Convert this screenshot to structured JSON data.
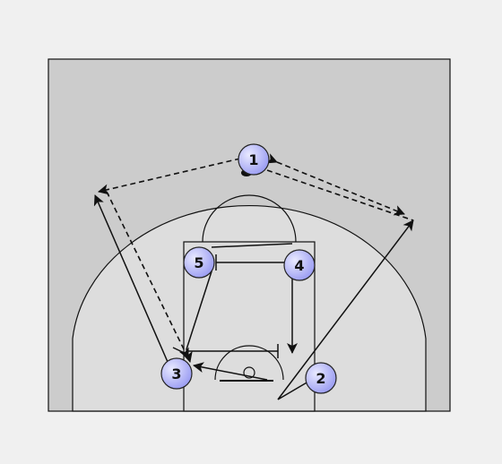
{
  "colors": {
    "background": "#f0f0f0",
    "court_outer": "#cccccc",
    "court_inner": "#dddddd",
    "lines": "#111111",
    "player_fill": "#9a9cf2",
    "player_fill_light": "#e9eaff",
    "player_stroke": "#222222"
  },
  "players": [
    {
      "id": "p1",
      "label": "1"
    },
    {
      "id": "p2",
      "label": "2"
    },
    {
      "id": "p3",
      "label": "3"
    },
    {
      "id": "p4",
      "label": "4"
    },
    {
      "id": "p5",
      "label": "5"
    }
  ],
  "actions": [
    {
      "id": "pass-1-to-left-wing",
      "type": "pass"
    },
    {
      "id": "pass-1-to-right-wing",
      "type": "pass"
    },
    {
      "id": "pass-left-wing-to-3",
      "type": "pass"
    },
    {
      "id": "cut-3-to-left-wing",
      "type": "cut"
    },
    {
      "id": "cut-2-to-right-wing",
      "type": "cut"
    },
    {
      "id": "screen-5-4",
      "type": "screen"
    },
    {
      "id": "cut-4-baseline",
      "type": "cut"
    },
    {
      "id": "cut-5-to-block",
      "type": "cut"
    }
  ]
}
